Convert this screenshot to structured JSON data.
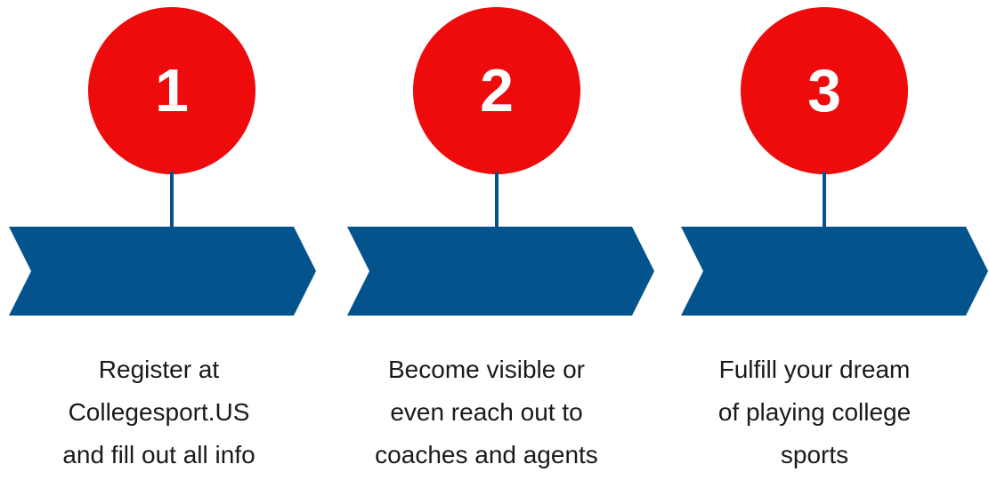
{
  "colors": {
    "circle_red": "#ED0B0B",
    "banner_blue": "#04538C",
    "connector_blue": "#04538C",
    "caption_text": "#1a1a1a",
    "background": "#ffffff"
  },
  "diagram": {
    "type": "process-steps",
    "step_count": 3,
    "orientation": "horizontal",
    "steps": [
      {
        "number": "1",
        "caption": "Register at\nCollegesport.US\nand fill out all info",
        "caption_lines": [
          "Register at",
          "Collegesport.US",
          "and fill out all info"
        ]
      },
      {
        "number": "2",
        "caption": "Become visible or\neven reach out to\ncoaches and agents",
        "caption_lines": [
          "Become visible or",
          "even reach out to",
          "coaches and agents"
        ]
      },
      {
        "number": "3",
        "caption": "Fulfill your dream\nof playing college\nsports",
        "caption_lines": [
          "Fulfill your dream",
          "of playing college",
          "sports"
        ]
      }
    ]
  }
}
